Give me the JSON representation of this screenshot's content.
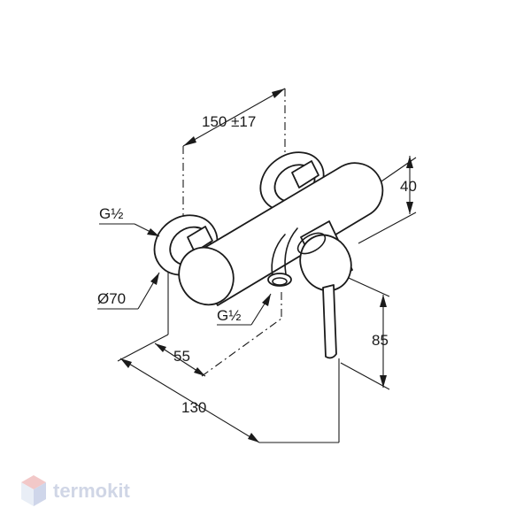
{
  "dimensions": {
    "spacing": "150 ±17",
    "height_top": "40",
    "thread_left": "G½",
    "diameter": "Ø70",
    "thread_outlet": "G½",
    "depth": "55",
    "width": "130",
    "handle_height": "85"
  },
  "watermark": {
    "text": "termokit",
    "icon": "hexagon-logo-icon",
    "colors": {
      "top": "#f2c8c8",
      "right": "#cfd6ea",
      "left": "#e9eef6"
    }
  }
}
